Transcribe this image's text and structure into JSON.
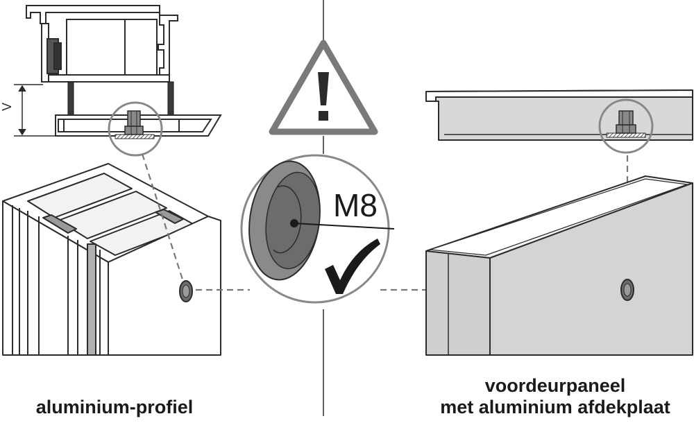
{
  "labels": {
    "dimension": "V",
    "bolt_size": "M8",
    "caption_left": "aluminium-profiel",
    "caption_right_line1": "voordeurpaneel",
    "caption_right_line2": "met aluminium afdekplaat"
  },
  "icons": {
    "warning": "warning-triangle-icon",
    "check": "checkmark-icon"
  },
  "colors": {
    "line": "#2b2b2b",
    "panel_fill": "#d0d0d0",
    "warning_stroke": "#7a7a7a",
    "circle_stroke": "#888888",
    "nut_fill": "#8a8a8a",
    "nut_inner": "#6c6c6c",
    "dashed_line": "#777777"
  }
}
